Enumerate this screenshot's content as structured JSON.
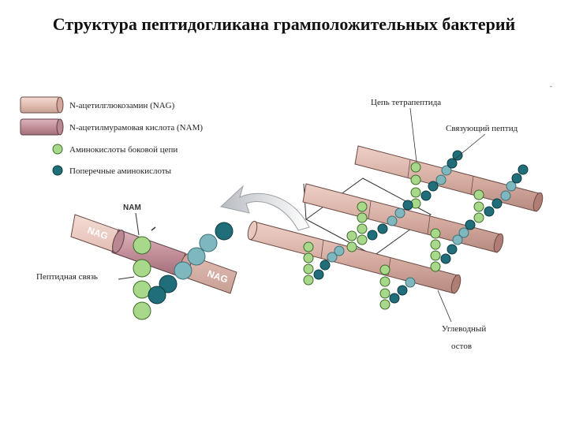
{
  "title": "Структура пептидогликана грамположительных бактерий",
  "legend": [
    {
      "key": "nag",
      "label": "N-ацетилглюкозамин (NAG)"
    },
    {
      "key": "nam",
      "label": "N-ацетилмурамовая кислота (NAM)"
    },
    {
      "key": "side",
      "label": "Аминокислоты боковой цепи"
    },
    {
      "key": "cross",
      "label": "Поперечные аминокислоты"
    }
  ],
  "labels": {
    "tetrapeptide": "Цепь тетрапептида",
    "linker": "Связующий пептид",
    "peptide_bond": "Пептидная связь",
    "backbone_1": "Углеводный",
    "backbone_2": "остов",
    "nam_tag": "NAM",
    "nag_tag_1": "NAG",
    "nag_tag_2": "NAG"
  },
  "colors": {
    "nag_fill": "#e6c2b8",
    "nam_fill": "#c99aa2",
    "side_fill": "#a8d98a",
    "cross_fill": "#1f6e7a",
    "cross_light": "#7fb7bf"
  }
}
